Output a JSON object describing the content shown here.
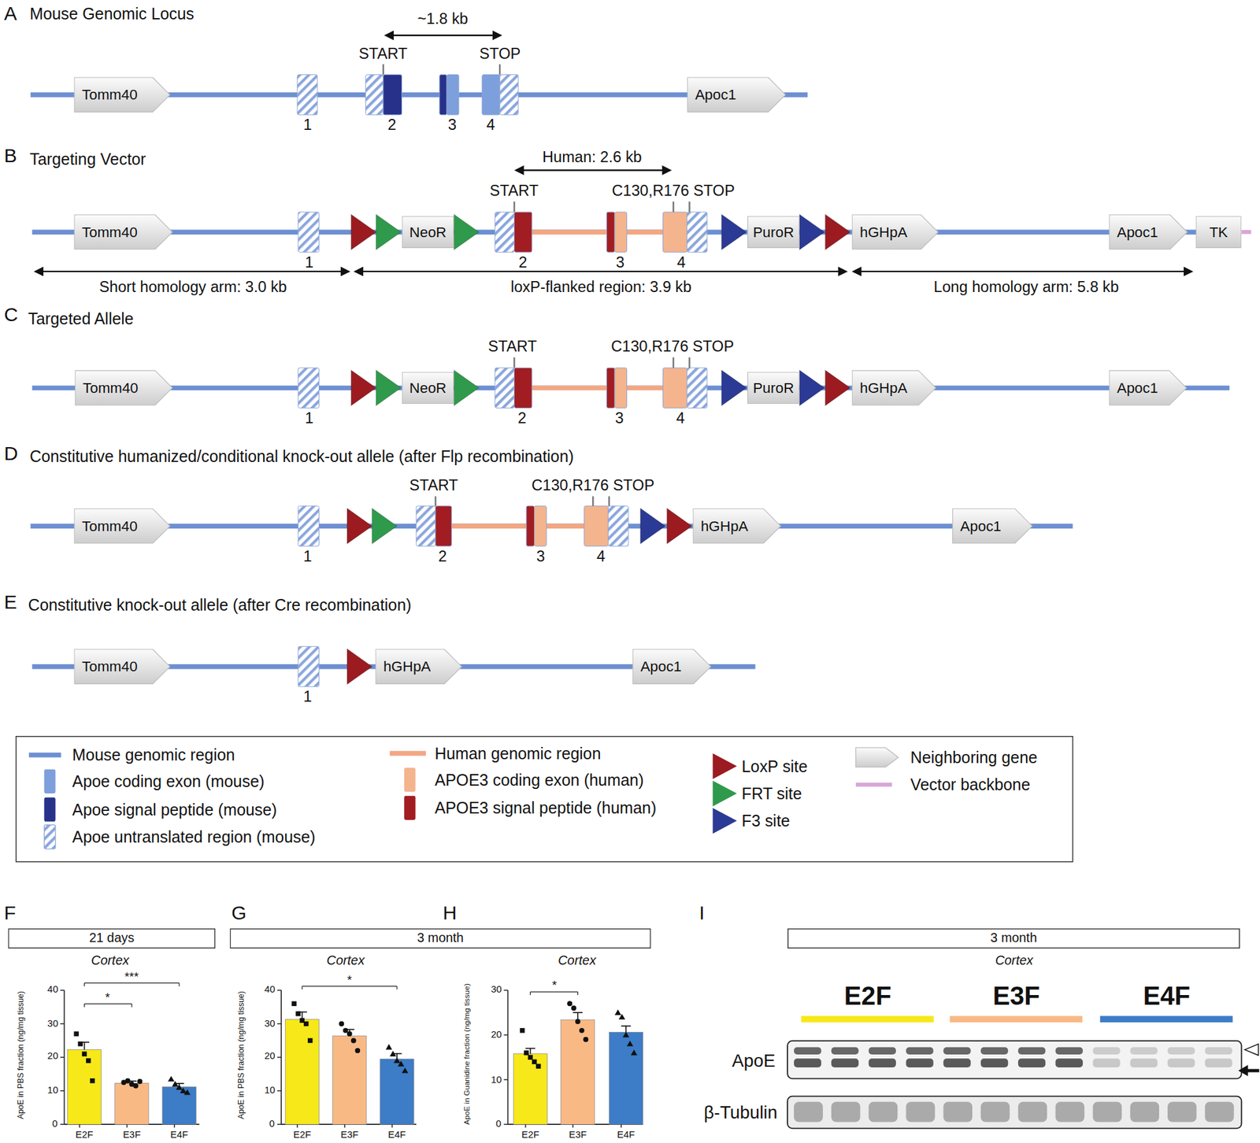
{
  "diagram": {
    "nodes": [
      {
        "text": [
          "Tomm40"
        ]
      },
      {
        "text": [
          "Apoc1"
        ]
      },
      {
        "text": [
          "Tomm40"
        ]
      },
      {
        "text": [
          "NeoR"
        ]
      },
      {
        "text": [
          "PuroR"
        ]
      },
      {
        "text": [
          "hGHpA"
        ]
      },
      {
        "text": [
          "Apoc1"
        ]
      },
      {
        "text": [
          "TK"
        ]
      },
      {
        "text": [
          "Tomm40"
        ]
      },
      {
        "text": [
          "NeoR"
        ]
      },
      {
        "text": [
          "PuroR"
        ]
      },
      {
        "text": [
          "hGHpA"
        ]
      },
      {
        "text": [
          "Apoc1"
        ]
      },
      {
        "text": [
          "Tomm40"
        ]
      },
      {
        "text": [
          "hGHpA"
        ]
      },
      {
        "text": [
          "Apoc1"
        ]
      },
      {
        "text": [
          "Tomm40"
        ]
      },
      {
        "text": [
          "hGHpA"
        ]
      },
      {
        "text": [
          "Apoc1"
        ]
      },
      {
        "text": [
          "21 days"
        ]
      },
      {
        "text": [
          "3 month"
        ]
      },
      {
        "text": [
          "3 month"
        ]
      }
    ],
    "labels": [
      "A",
      "Mouse Genomic Locus",
      "~1.8 kb",
      "START",
      "STOP",
      "1",
      "2",
      "3",
      "4",
      "B",
      "Targeting Vector",
      "Human: 2.6 kb",
      "START",
      "C130,R176 STOP",
      "1",
      "2",
      "3",
      "4",
      "Short homology arm: 3.0 kb",
      "loxP-flanked region: 3.9 kb",
      "Long homology arm: 5.8 kb",
      "C",
      "Targeted Allele",
      "START",
      "C130,R176 STOP",
      "1",
      "2",
      "3",
      "4",
      "D",
      "Constitutive humanized/conditional knock-out allele (after Flp recombination)",
      "START",
      "C130,R176 STOP",
      "1",
      "2",
      "3",
      "4",
      "E",
      "Constitutive knock-out allele (after Cre recombination)",
      "1",
      "F",
      "Cortex",
      "ApoE in PBS fraction (ng/mg tissue)",
      "40",
      "30",
      "20",
      "10",
      "0",
      "*",
      "***",
      "E2F",
      "E3F",
      "E4F",
      "G",
      "H",
      "Cortex",
      "ApoE in PBS fraction (ng/mg tissue)",
      "40",
      "30",
      "20",
      "10",
      "0",
      "*",
      "E2F",
      "E3F",
      "E4F",
      "Cortex",
      "ApoE in Guanidine fraction (ng/mg tissue)",
      "30",
      "20",
      "10",
      "0",
      "*",
      "E2F",
      "E3F",
      "E4F",
      "I",
      "Cortex",
      "E2F",
      "E3F",
      "E4F",
      "ApoE",
      "β-Tubulin"
    ],
    "legend": [
      {
        "text": "Mouse genomic region"
      },
      {
        "text": "Apoe coding exon (mouse)",
        "color": "#7d9fdc"
      },
      {
        "text": "Apoe signal peptide (mouse)",
        "color": "#27318a"
      },
      {
        "text": "Apoe untranslated region (mouse)"
      },
      {
        "text": "Human genomic region"
      },
      {
        "text": "APOE3 coding exon (human)",
        "color": "#f4b48e"
      },
      {
        "text": "APOE3 signal peptide (human)",
        "color": "#a11d22"
      },
      {
        "text": "LoxP site"
      },
      {
        "text": "FRT site"
      },
      {
        "text": "F3 site"
      },
      {
        "text": "Neighboring gene"
      },
      {
        "text": "Vector backbone"
      }
    ]
  }
}
